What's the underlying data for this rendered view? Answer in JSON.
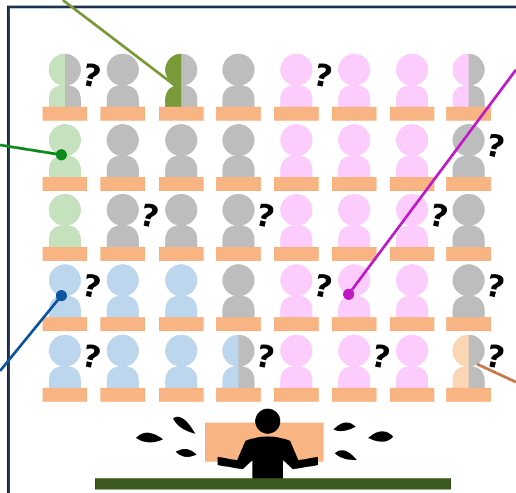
{
  "colors": {
    "frame": "#1f3550",
    "desk": "#f9b483",
    "board": "#3c5a1f",
    "gray": "#bdbdbd",
    "light_green": "#c5e1bd",
    "dark_green": "#7a9a3a",
    "pink": "#fcccfc",
    "blue": "#bcd6ee",
    "peach": "#fbd6b4",
    "teacher": "#000000",
    "pointer_olive": "#7a9a3a",
    "pointer_green": "#0e8a1c",
    "pointer_blue": "#0b55a0",
    "pointer_magenta": "#c01ac8",
    "pointer_orange": "#c8784c"
  },
  "question_mark": "?",
  "classroom": {
    "rows": [
      [
        "light_green|gray",
        "gray",
        "dark_green|gray",
        "gray",
        "pink",
        "pink",
        "pink",
        "pink|gray"
      ],
      [
        "light_green",
        "gray",
        "gray",
        "gray",
        "pink",
        "pink",
        "pink",
        "gray"
      ],
      [
        "light_green",
        "gray",
        "gray",
        "gray",
        "pink",
        "pink",
        "pink",
        "gray"
      ],
      [
        "blue",
        "blue",
        "blue",
        "gray",
        "pink",
        "pink",
        "pink",
        "gray"
      ],
      [
        "blue",
        "blue",
        "blue",
        "blue|gray",
        "pink",
        "pink",
        "pink",
        "peach|gray"
      ]
    ],
    "confused_marks": [
      {
        "row": 0,
        "after_col": 0
      },
      {
        "row": 0,
        "after_col": 4
      },
      {
        "row": 1,
        "after_col": 7
      },
      {
        "row": 2,
        "after_col": 1
      },
      {
        "row": 2,
        "after_col": 3
      },
      {
        "row": 2,
        "after_col": 6
      },
      {
        "row": 3,
        "after_col": 0
      },
      {
        "row": 3,
        "after_col": 4
      },
      {
        "row": 3,
        "after_col": 7
      },
      {
        "row": 4,
        "after_col": 0
      },
      {
        "row": 4,
        "after_col": 3
      },
      {
        "row": 4,
        "after_col": 5
      },
      {
        "row": 4,
        "after_col": 7
      }
    ]
  },
  "pointers": [
    {
      "target": "student-row0-col2",
      "color": "pointer_olive"
    },
    {
      "target": "student-row1-col0",
      "color": "pointer_green"
    },
    {
      "target": "student-row3-col0",
      "color": "pointer_blue"
    },
    {
      "target": "student-row3-col5",
      "color": "pointer_magenta"
    },
    {
      "target": "student-row4-col7",
      "color": "pointer_orange"
    }
  ]
}
